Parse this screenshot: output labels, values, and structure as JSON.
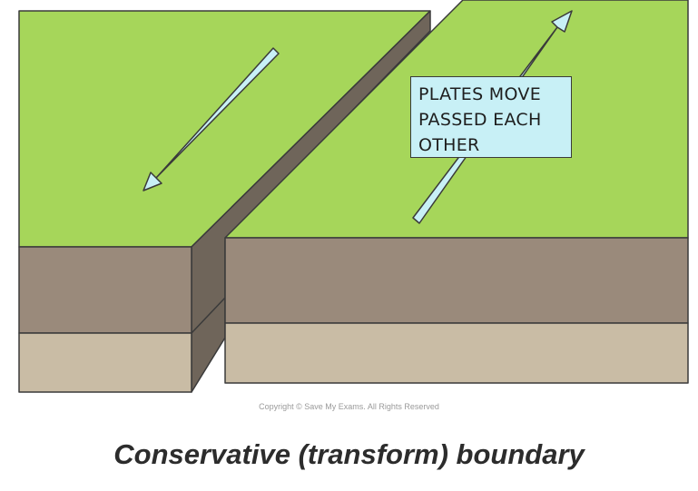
{
  "diagram": {
    "label_lines": [
      "PLATES MOVE",
      "PASSED EACH",
      "OTHER"
    ],
    "copyright": "Copyright © Save My Exams. All Rights Reserved",
    "caption": "Conservative (transform) boundary",
    "colors": {
      "grass": "#a6d65a",
      "crust": "#9a8a7b",
      "mantle": "#c9bca5",
      "fault_side": "#6f655a",
      "outline": "#3a3a3a",
      "arrow_fill": "#c8f0f6",
      "callout_bg": "#c8f0f6"
    }
  }
}
